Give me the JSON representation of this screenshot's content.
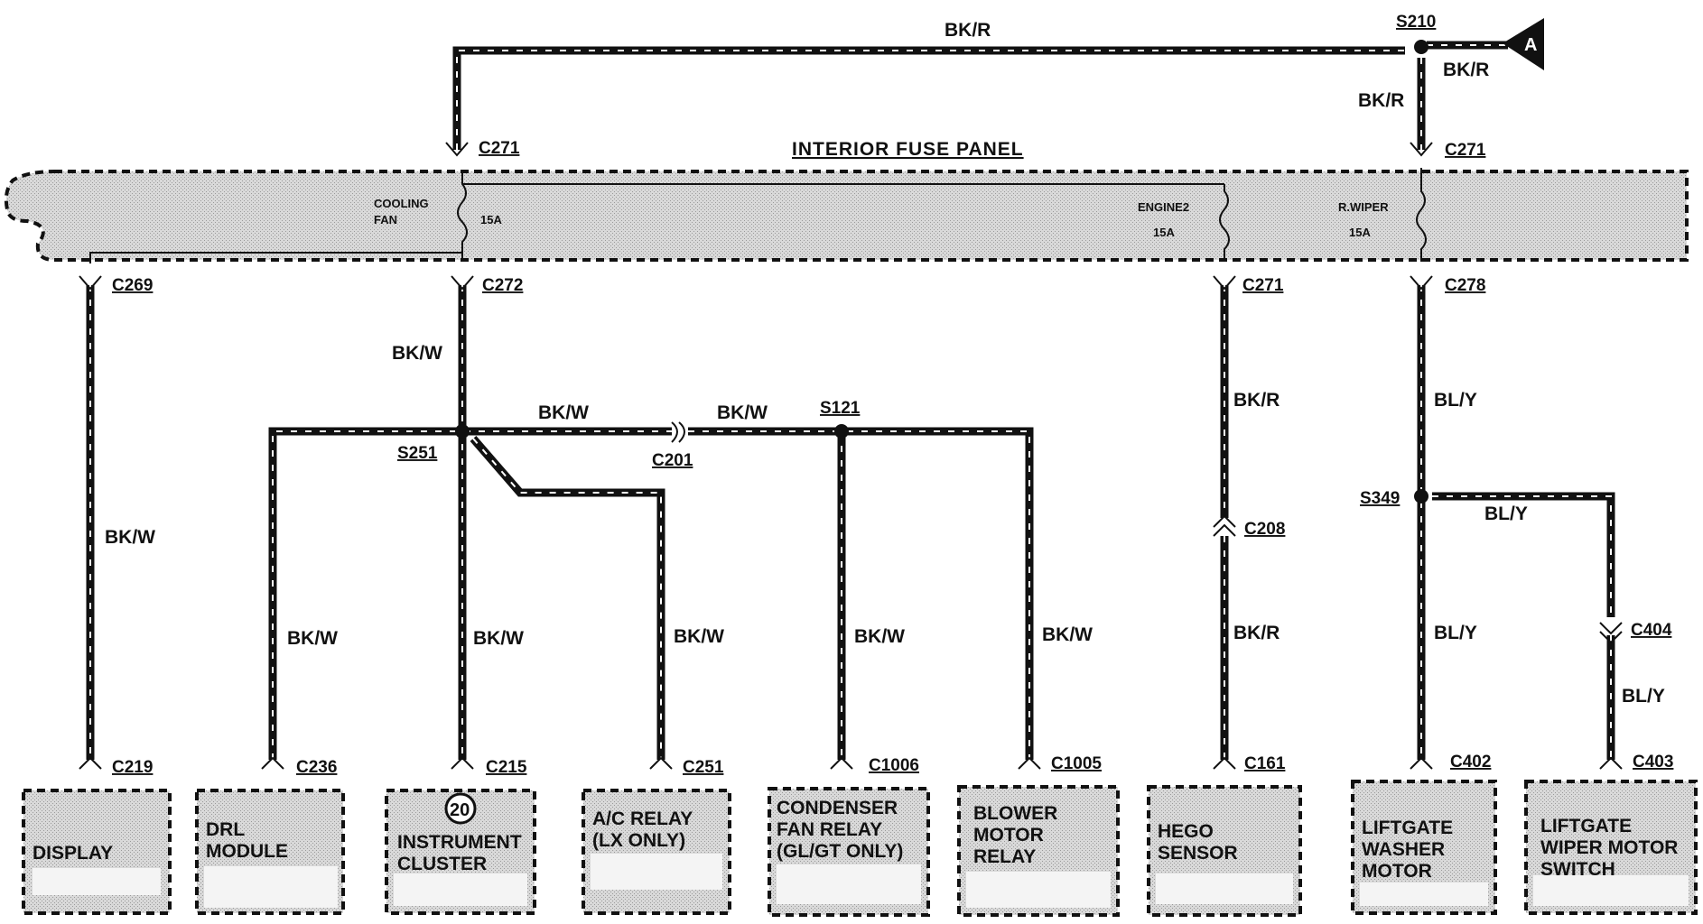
{
  "title": "INTERIOR FUSE PANEL",
  "fuses": [
    {
      "name_line1": "COOLING",
      "name_line2": "FAN",
      "rating": "15A"
    },
    {
      "name_line1": "ENGINE2",
      "name_line2": "",
      "rating": "15A"
    },
    {
      "name_line1": "R.WIPER",
      "name_line2": "",
      "rating": "15A"
    }
  ],
  "source_marker": "A",
  "splices": [
    "S210",
    "S251",
    "S121",
    "S349"
  ],
  "connectors": [
    "C271",
    "C271",
    "C269",
    "C272",
    "C271",
    "C278",
    "C201",
    "C208",
    "C404",
    "C219",
    "C236",
    "C215",
    "C251",
    "C1006",
    "C1005",
    "C161",
    "C402",
    "C403"
  ],
  "wire_colors": {
    "top_run": "BK/R",
    "feed_a": "BK/R",
    "drop_s210": "BK/R",
    "display": "BK/W",
    "c272_drop": "BK/W",
    "s251_right": "BK/W",
    "c201_right": "BK/W",
    "drl": "BK/W",
    "cluster": "BK/W",
    "ac": "BK/W",
    "condenser": "BK/W",
    "blower": "BK/W",
    "hego_upper": "BK/R",
    "hego_lower": "BK/R",
    "wiper_upper": "BL/Y",
    "washer": "BL/Y",
    "s349_right": "BL/Y",
    "wiper_switch": "BL/Y"
  },
  "cluster_badge": "20",
  "components": [
    {
      "lines": [
        "DISPLAY"
      ]
    },
    {
      "lines": [
        "DRL",
        "MODULE"
      ]
    },
    {
      "lines": [
        "INSTRUMENT",
        "CLUSTER"
      ]
    },
    {
      "lines": [
        "A/C RELAY",
        "(LX ONLY)"
      ]
    },
    {
      "lines": [
        "CONDENSER",
        "FAN RELAY",
        "(GL/GT ONLY)"
      ]
    },
    {
      "lines": [
        "BLOWER",
        "MOTOR",
        "RELAY"
      ]
    },
    {
      "lines": [
        "HEGO",
        "SENSOR"
      ]
    },
    {
      "lines": [
        "LIFTGATE",
        "WASHER",
        "MOTOR"
      ]
    },
    {
      "lines": [
        "LIFTGATE",
        "WIPER MOTOR",
        "SWITCH"
      ]
    }
  ]
}
